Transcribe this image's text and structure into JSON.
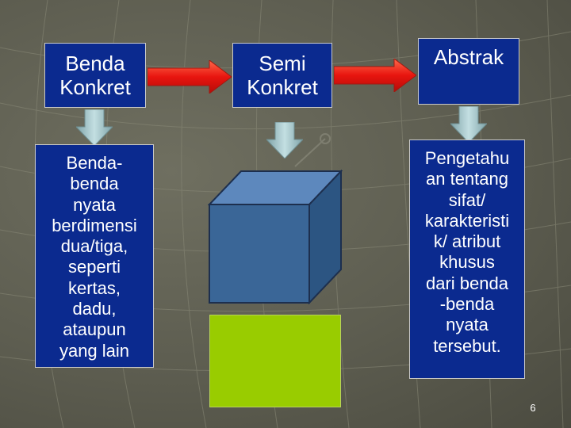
{
  "boxes": {
    "benda_konkret": "Benda\nKonkret",
    "semi_konkret": "Semi\nKonkret",
    "abstrak": "Abstrak"
  },
  "descriptions": {
    "benda_konkret": "Benda-\nbenda\nnyata\nberdimensi\ndua/tiga,\nseperti\nkertas,\ndadu,\nataupun\nyang lain",
    "abstrak": "Pengetahu\nan tentang\nsifat/\nkarakteristi\nk/ atribut\nkhusus\ndari benda\n-benda\nnyata\ntersebut."
  },
  "page_number": "6",
  "colors": {
    "box_fill": "#0b2a8f",
    "right_arrow": "#e8150f",
    "down_arrow": "#a9c6c9",
    "cube_front": "#3a6697",
    "green_rect": "#99cc00"
  }
}
